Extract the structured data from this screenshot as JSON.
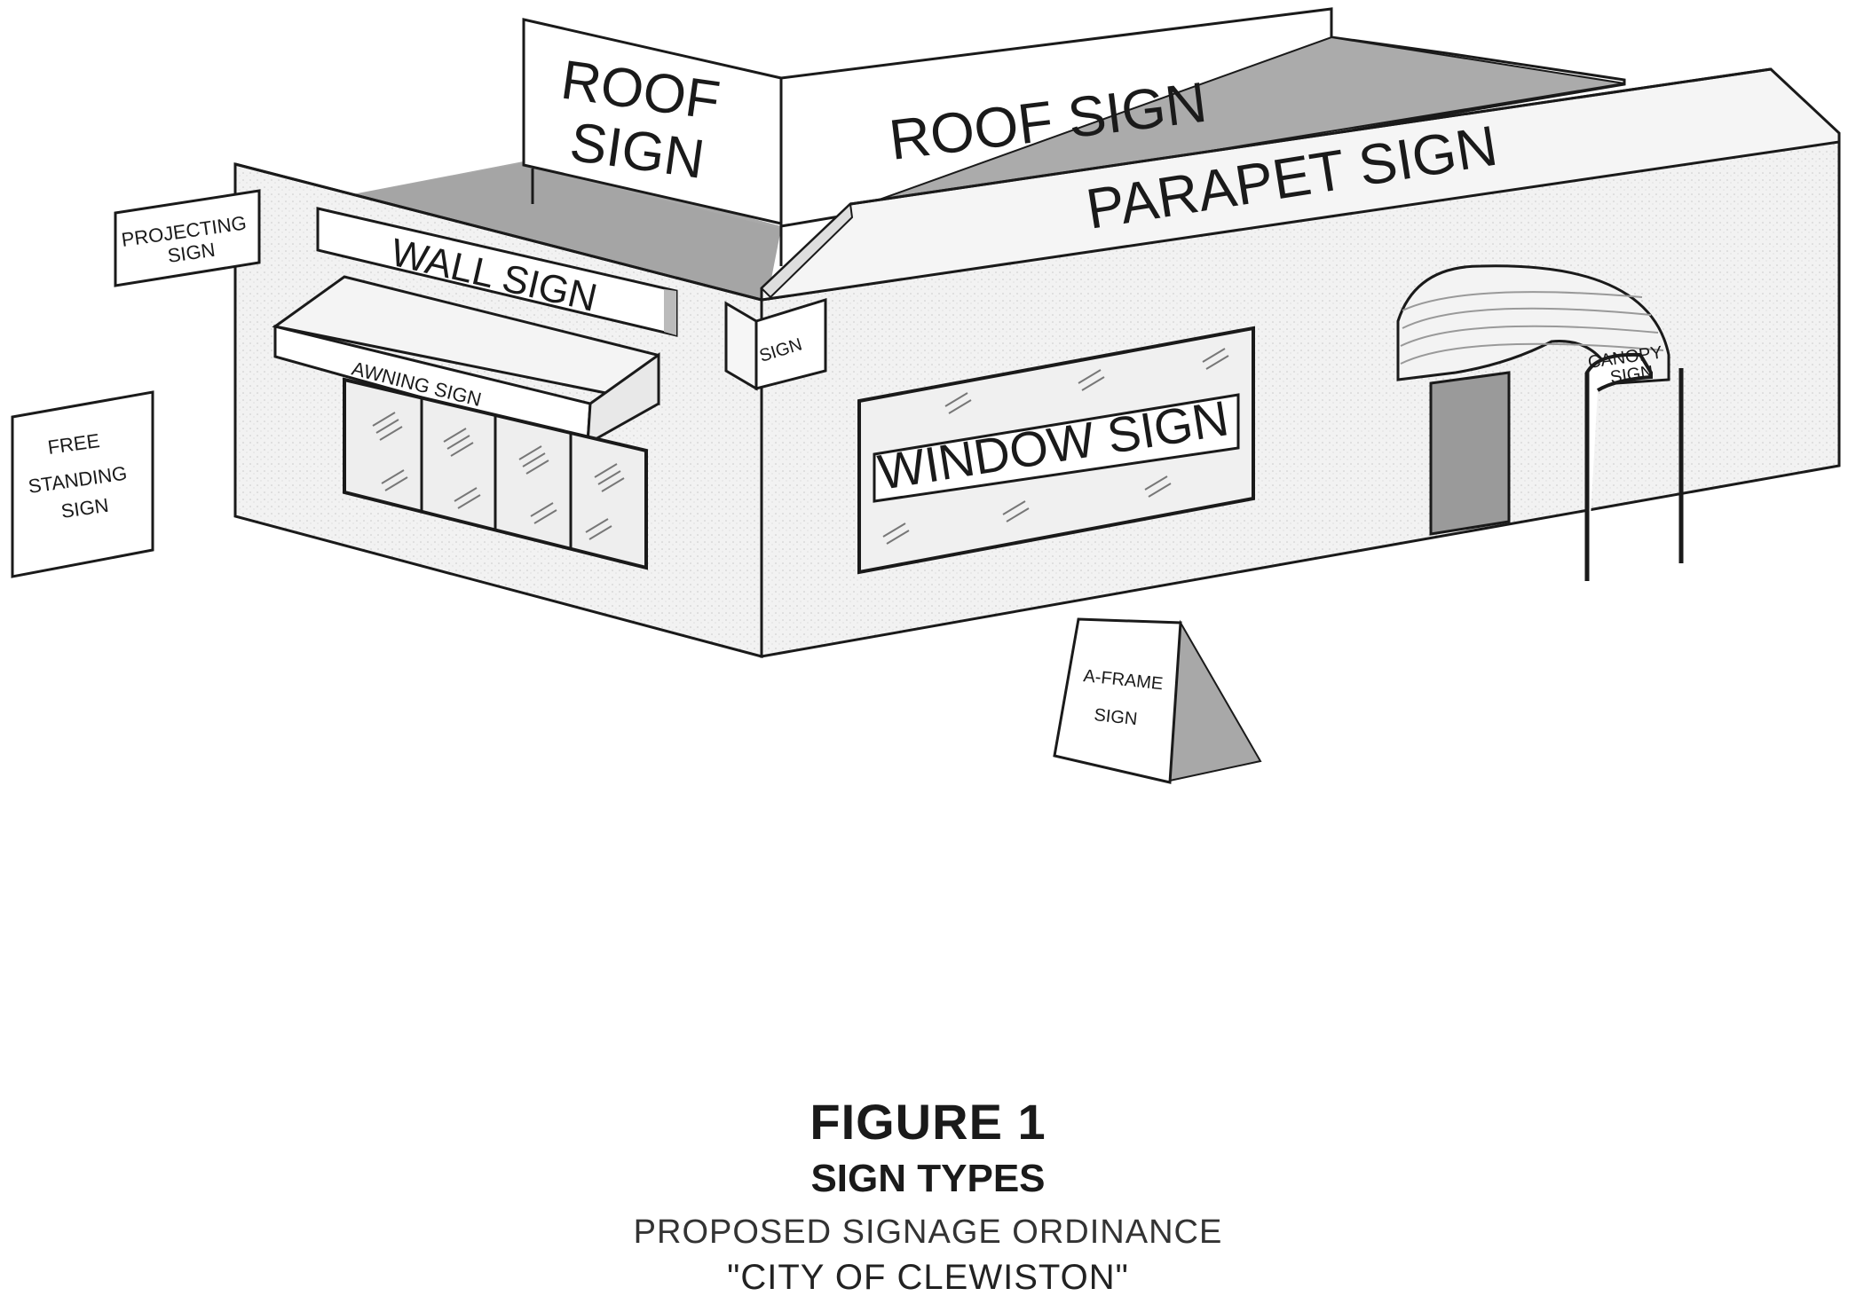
{
  "labels": {
    "roof_sign_left_1": "ROOF",
    "roof_sign_left_2": "SIGN",
    "roof_sign_right": "ROOF SIGN",
    "parapet_sign": "PARAPET SIGN",
    "projecting_sign_1": "PROJECTING",
    "projecting_sign_2": "SIGN",
    "wall_sign": "WALL SIGN",
    "awning_sign": "AWNING SIGN",
    "corner_sign": "SIGN",
    "window_sign": "WINDOW SIGN",
    "canopy_sign_1": "CANOPY",
    "canopy_sign_2": "SIGN",
    "free_standing_1": "FREE",
    "free_standing_2": "STANDING",
    "free_standing_3": "SIGN",
    "a_frame_1": "A-FRAME",
    "a_frame_2": "SIGN"
  },
  "caption": {
    "title": "FIGURE 1",
    "subtitle": "SIGN TYPES",
    "line3": "PROPOSED SIGNAGE ORDINANCE",
    "line4": "\"CITY OF CLEWISTON\""
  },
  "colors": {
    "wall": "#f1f1f1",
    "roof_fill": "#a9a9a9",
    "outline": "#1a1a1a",
    "glass": "#e9e9e9",
    "door": "#9a9a9a"
  }
}
